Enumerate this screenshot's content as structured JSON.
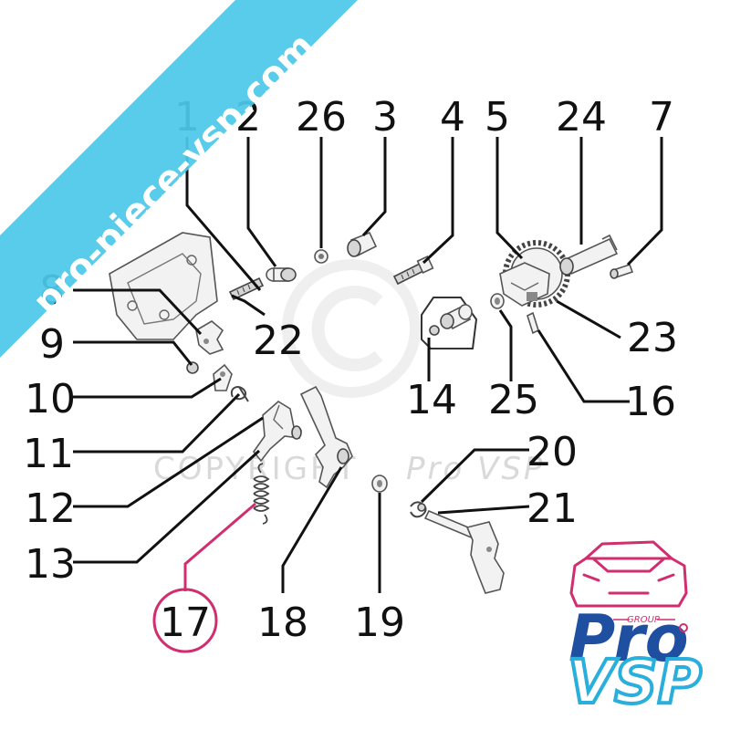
{
  "ribbon": {
    "text": "pro-piece-vsp.com",
    "color": "#4cc8ea"
  },
  "watermark": {
    "copyright_text": "COPYRIGHT",
    "copyright_brand": "Pro VSP"
  },
  "callouts": [
    {
      "id": "c1",
      "label": "1"
    },
    {
      "id": "c2",
      "label": "2"
    },
    {
      "id": "c26",
      "label": "26"
    },
    {
      "id": "c3",
      "label": "3"
    },
    {
      "id": "c4",
      "label": "4"
    },
    {
      "id": "c5",
      "label": "5"
    },
    {
      "id": "c24",
      "label": "24"
    },
    {
      "id": "c7",
      "label": "7"
    },
    {
      "id": "c8",
      "label": "8"
    },
    {
      "id": "c22",
      "label": "22"
    },
    {
      "id": "c9",
      "label": "9"
    },
    {
      "id": "c23",
      "label": "23"
    },
    {
      "id": "c10",
      "label": "10"
    },
    {
      "id": "c14",
      "label": "14"
    },
    {
      "id": "c25",
      "label": "25"
    },
    {
      "id": "c16",
      "label": "16"
    },
    {
      "id": "c11",
      "label": "11"
    },
    {
      "id": "c20",
      "label": "20"
    },
    {
      "id": "c12",
      "label": "12"
    },
    {
      "id": "c21",
      "label": "21"
    },
    {
      "id": "c13",
      "label": "13"
    },
    {
      "id": "c17",
      "label": "17",
      "highlighted": true
    },
    {
      "id": "c18",
      "label": "18"
    },
    {
      "id": "c19",
      "label": "19"
    }
  ],
  "highlight_color": "#d12e6f",
  "logo": {
    "group_text": "GROUP",
    "pro_text": "Pro",
    "vsp_text": "VSP",
    "car_color": "#d12e6f",
    "pro_color": "#1f4fa0",
    "vsp_color": "#2aaedb"
  }
}
